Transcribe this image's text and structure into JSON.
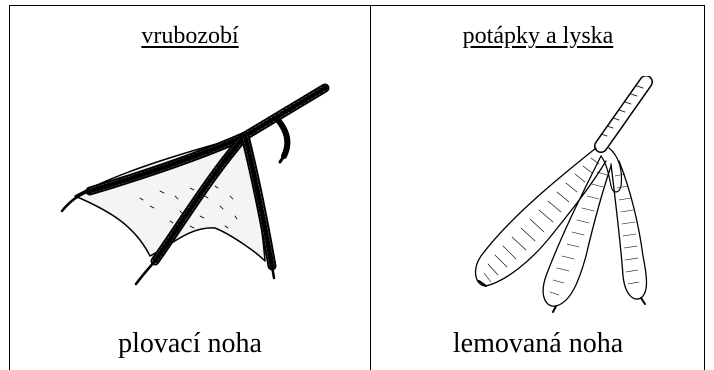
{
  "columns": [
    {
      "heading": "vrubozobí",
      "caption": "plovací noha",
      "illustration": "webbed-foot-icon"
    },
    {
      "heading": "potápky a lyska",
      "caption": "lemovaná noha",
      "illustration": "lobed-foot-icon"
    }
  ]
}
